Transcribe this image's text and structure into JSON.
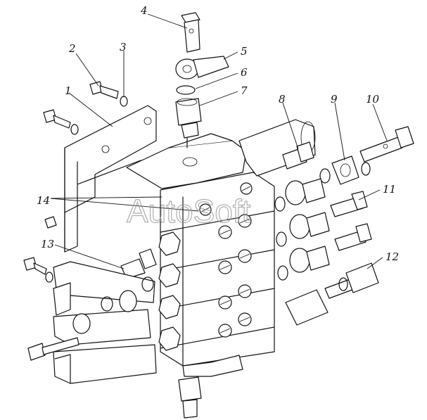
{
  "callouts": [
    {
      "label": "1"
    },
    {
      "label": "2"
    },
    {
      "label": "3"
    },
    {
      "label": "4"
    },
    {
      "label": "5"
    },
    {
      "label": "6"
    },
    {
      "label": "7"
    },
    {
      "label": "8"
    },
    {
      "label": "9"
    },
    {
      "label": "10"
    },
    {
      "label": "11"
    },
    {
      "label": "12"
    },
    {
      "label": "13"
    },
    {
      "label": "14"
    }
  ],
  "watermark": "AutoSoft"
}
